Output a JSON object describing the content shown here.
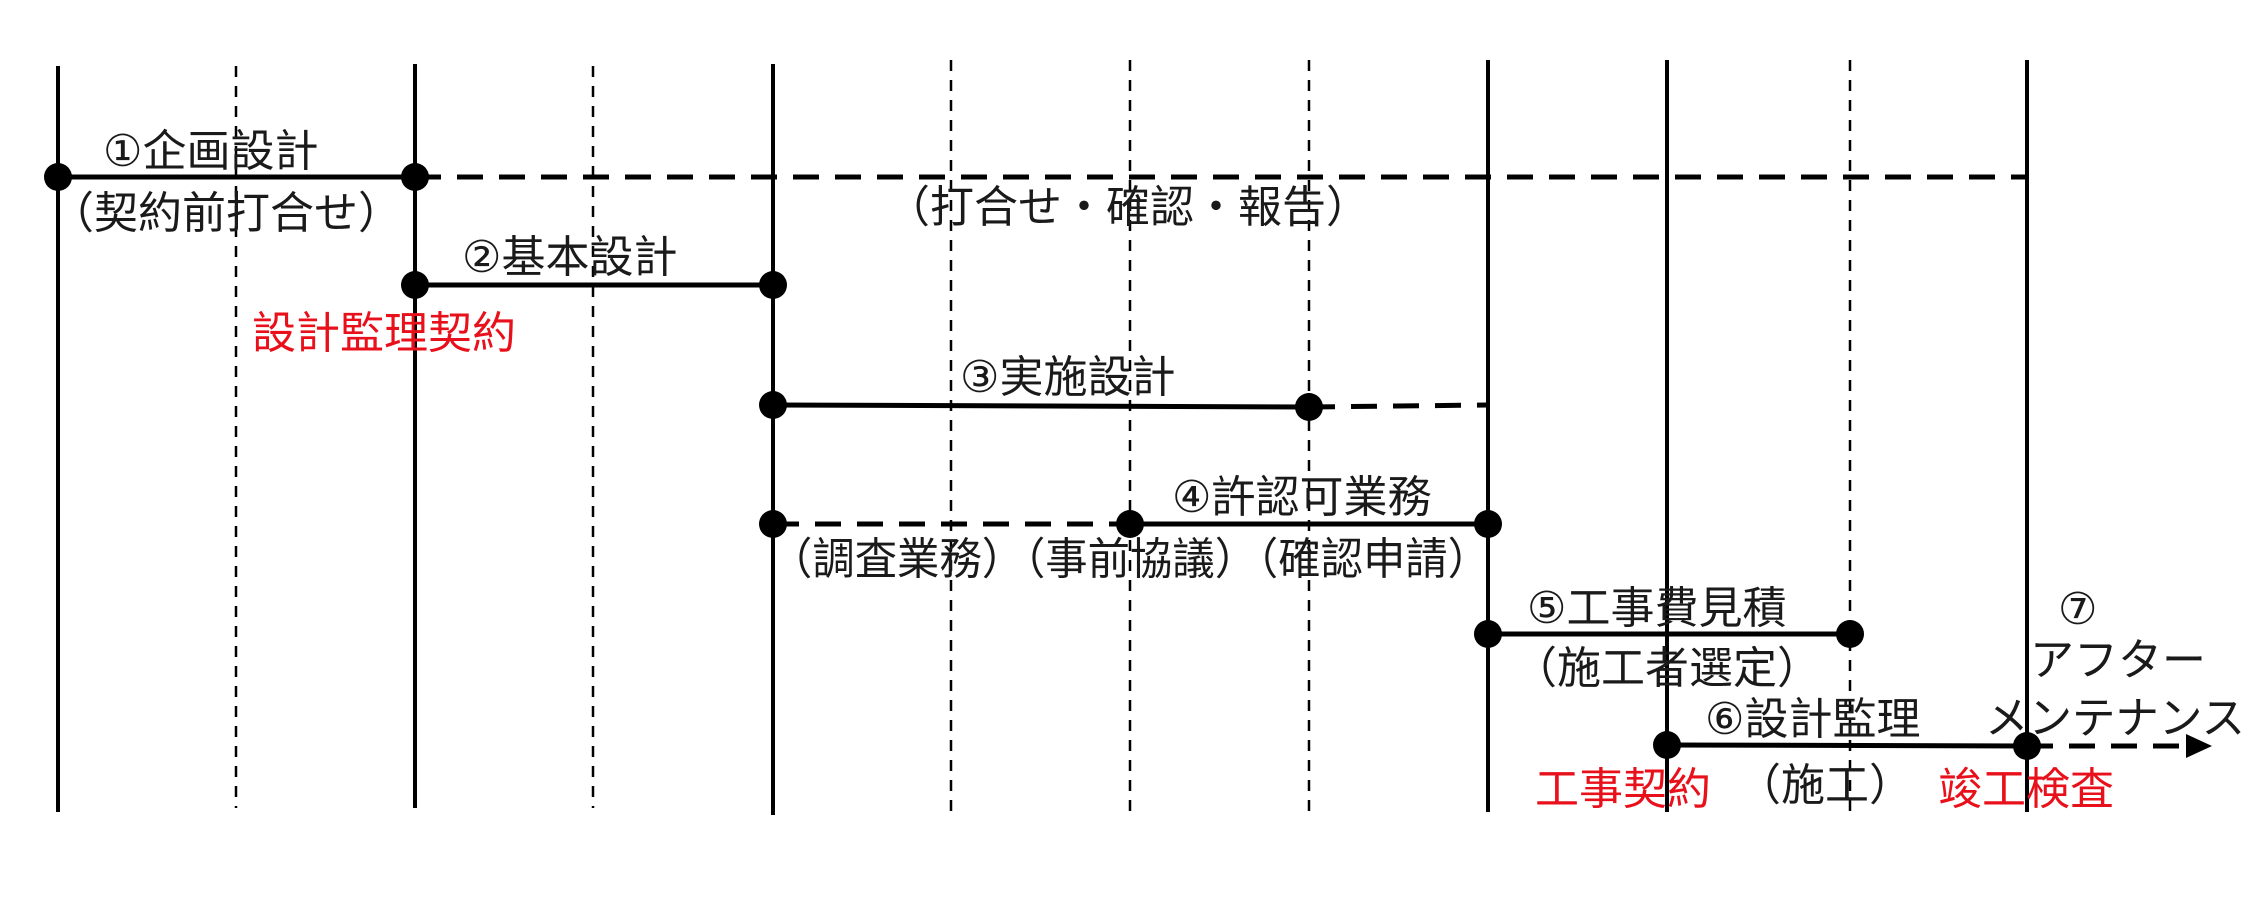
{
  "labels": {
    "step1": "①企画設計",
    "step1_sub": "（契約前打合せ）",
    "consult": "（打合せ・確認・報告）",
    "step2": "②基本設計",
    "contract_design": "設計監理契約",
    "step3": "③実施設計",
    "step4": "④許認可業務",
    "step4_sub": "（調査業務）（事前協議）（確認申請）",
    "step5": "⑤工事費見積",
    "step5_sub": "（施工者選定）",
    "step6": "⑥設計監理",
    "step6_sub": "（施工）",
    "contract_construction": "工事契約",
    "inspection": "竣工検査",
    "step7_num": "⑦",
    "step7_line1": "アフター",
    "step7_line2": "メンテナンス"
  },
  "colors": {
    "line": "#000000",
    "text": "#1a1a1a",
    "contract": "#e8101a"
  }
}
